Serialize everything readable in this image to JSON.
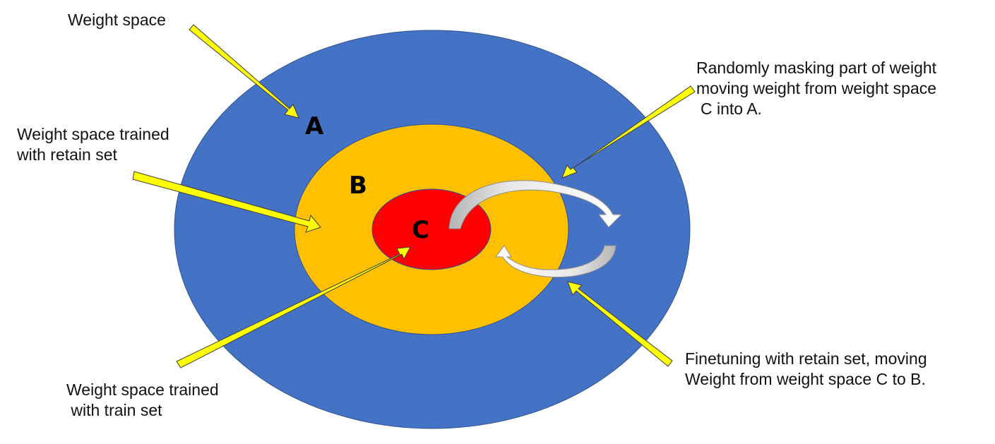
{
  "colors": {
    "region_a": "#4472C4",
    "region_b": "#FFC000",
    "region_c": "#FF0000",
    "pointer_arrow": "#FFFF00",
    "cycle_arrow": "#FFFFFF"
  },
  "regions": {
    "a": {
      "letter": "A"
    },
    "b": {
      "letter": "B"
    },
    "c": {
      "letter": "C"
    }
  },
  "annotations": {
    "weight_space": [
      "Weight space"
    ],
    "retain": [
      "Weight space trained",
      "with retain set"
    ],
    "train": [
      "Weight space trained",
      " with train set"
    ],
    "masking": [
      "Randomly masking part of weight",
      "moving weight from weight space",
      "C into A."
    ],
    "finetune": [
      "Finetuning with retain set, moving",
      "Weight from weight space C to B."
    ]
  }
}
